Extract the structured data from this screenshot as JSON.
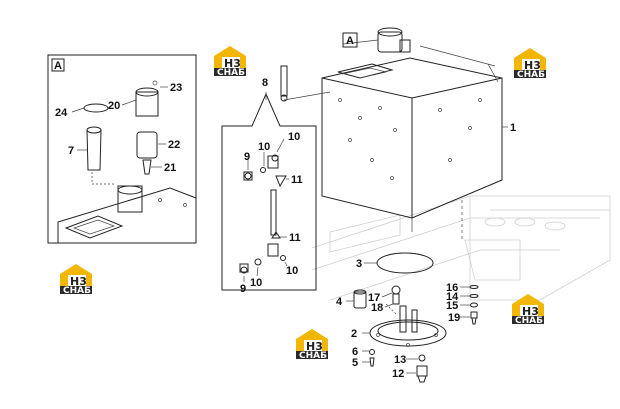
{
  "detail_marker": "A",
  "part_labels": {
    "p1": "1",
    "p2": "2",
    "p3": "3",
    "p4": "4",
    "p5": "5",
    "p6": "6",
    "p7": "7",
    "p8": "8",
    "p9a": "9",
    "p9b": "9",
    "p10a": "10",
    "p10b": "10",
    "p10c": "10",
    "p10d": "10",
    "p11a": "11",
    "p11b": "11",
    "p12": "12",
    "p13": "13",
    "p14": "14",
    "p15": "15",
    "p16": "16",
    "p17": "17",
    "p18": "18",
    "p19": "19",
    "p20": "20",
    "p21": "21",
    "p22": "22",
    "p23": "23",
    "p24": "24"
  },
  "watermark": {
    "top": "H3",
    "bottom": "СНАБ"
  },
  "colors": {
    "logo_yellow": "#f2b705",
    "logo_dark": "#2a2a2a",
    "line": "#222222",
    "frame_grey": "#cfcfcf"
  }
}
